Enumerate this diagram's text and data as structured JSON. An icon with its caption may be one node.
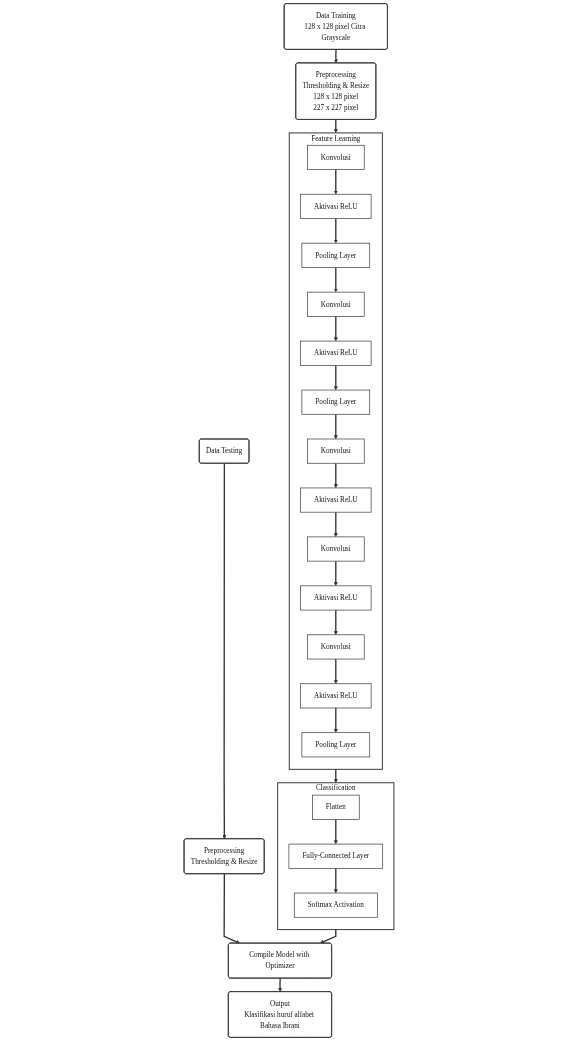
{
  "diagram": {
    "nodes": [
      {
        "text": [
          "Data Training",
          "128 x 128 pixel Citra Grayscale"
        ]
      },
      {
        "text": [
          "Preprocessing",
          "Thresholding & Resize",
          "128 x 128 pixel",
          "227 x 227 pixel"
        ]
      },
      {
        "text": [
          "Feature Learning"
        ]
      },
      {
        "text": [
          "Konvolusi"
        ],
        "in": 2
      },
      {
        "text": [
          "Aktivasi ReLU"
        ],
        "in": 2
      },
      {
        "text": [
          "Pooling Layer"
        ],
        "in": 2
      },
      {
        "text": [
          "Konvolusi"
        ],
        "in": 2
      },
      {
        "text": [
          "Aktivasi ReLU"
        ],
        "in": 2
      },
      {
        "text": [
          "Pooling Layer"
        ],
        "in": 2
      },
      {
        "text": [
          "Konvolusi"
        ],
        "in": 2
      },
      {
        "text": [
          "Aktivasi ReLU"
        ],
        "in": 2
      },
      {
        "text": [
          "Konvolusi"
        ],
        "in": 2
      },
      {
        "text": [
          "Aktivasi ReLU"
        ],
        "in": 2
      },
      {
        "text": [
          "Konvolusi"
        ],
        "in": 2
      },
      {
        "text": [
          "Aktivasi ReLU"
        ],
        "in": 2
      },
      {
        "text": [
          "Pooling Layer"
        ],
        "in": 2
      },
      {
        "text": [
          "Classification"
        ]
      },
      {
        "text": [
          "Flatten"
        ],
        "in": 16
      },
      {
        "text": [
          "Fully-Connected Layer"
        ],
        "in": 16
      },
      {
        "text": [
          "Softmax Activation"
        ],
        "in": 16
      },
      {
        "text": [
          "Compile Model with Optimizer"
        ]
      },
      {
        "text": [
          "Output",
          "Klasifikasi huruf alfabet Bahasa Ibrani"
        ]
      },
      {
        "text": [
          "Data Testing"
        ]
      },
      {
        "text": [
          "Preprocessing",
          "Thresholding & Resize"
        ]
      }
    ],
    "edges": [
      {
        "from": 0,
        "to": 1,
        "arrow": "to"
      },
      {
        "from": 1,
        "to": 2,
        "arrow": "to"
      },
      {
        "from": 3,
        "to": 4,
        "arrow": "to"
      },
      {
        "from": 4,
        "to": 5,
        "arrow": "to"
      },
      {
        "from": 5,
        "to": 6,
        "arrow": "to"
      },
      {
        "from": 6,
        "to": 7,
        "arrow": "to"
      },
      {
        "from": 7,
        "to": 8,
        "arrow": "to"
      },
      {
        "from": 8,
        "to": 9,
        "arrow": "to"
      },
      {
        "from": 9,
        "to": 10,
        "arrow": "to"
      },
      {
        "from": 10,
        "to": 11,
        "arrow": "to"
      },
      {
        "from": 11,
        "to": 12,
        "arrow": "to"
      },
      {
        "from": 12,
        "to": 13,
        "arrow": "to"
      },
      {
        "from": 13,
        "to": 14,
        "arrow": "to"
      },
      {
        "from": 14,
        "to": 15,
        "arrow": "to"
      },
      {
        "from": 2,
        "to": 16,
        "arrow": "to"
      },
      {
        "from": 17,
        "to": 18,
        "arrow": "to"
      },
      {
        "from": 18,
        "to": 19,
        "arrow": "to"
      },
      {
        "from": 16,
        "to": 20,
        "arrow": "to"
      },
      {
        "from": 20,
        "to": 21,
        "arrow": "to"
      },
      {
        "from": 22,
        "to": 23,
        "arrow": "to"
      },
      {
        "from": 23,
        "to": 20,
        "arrow": "to"
      }
    ]
  }
}
